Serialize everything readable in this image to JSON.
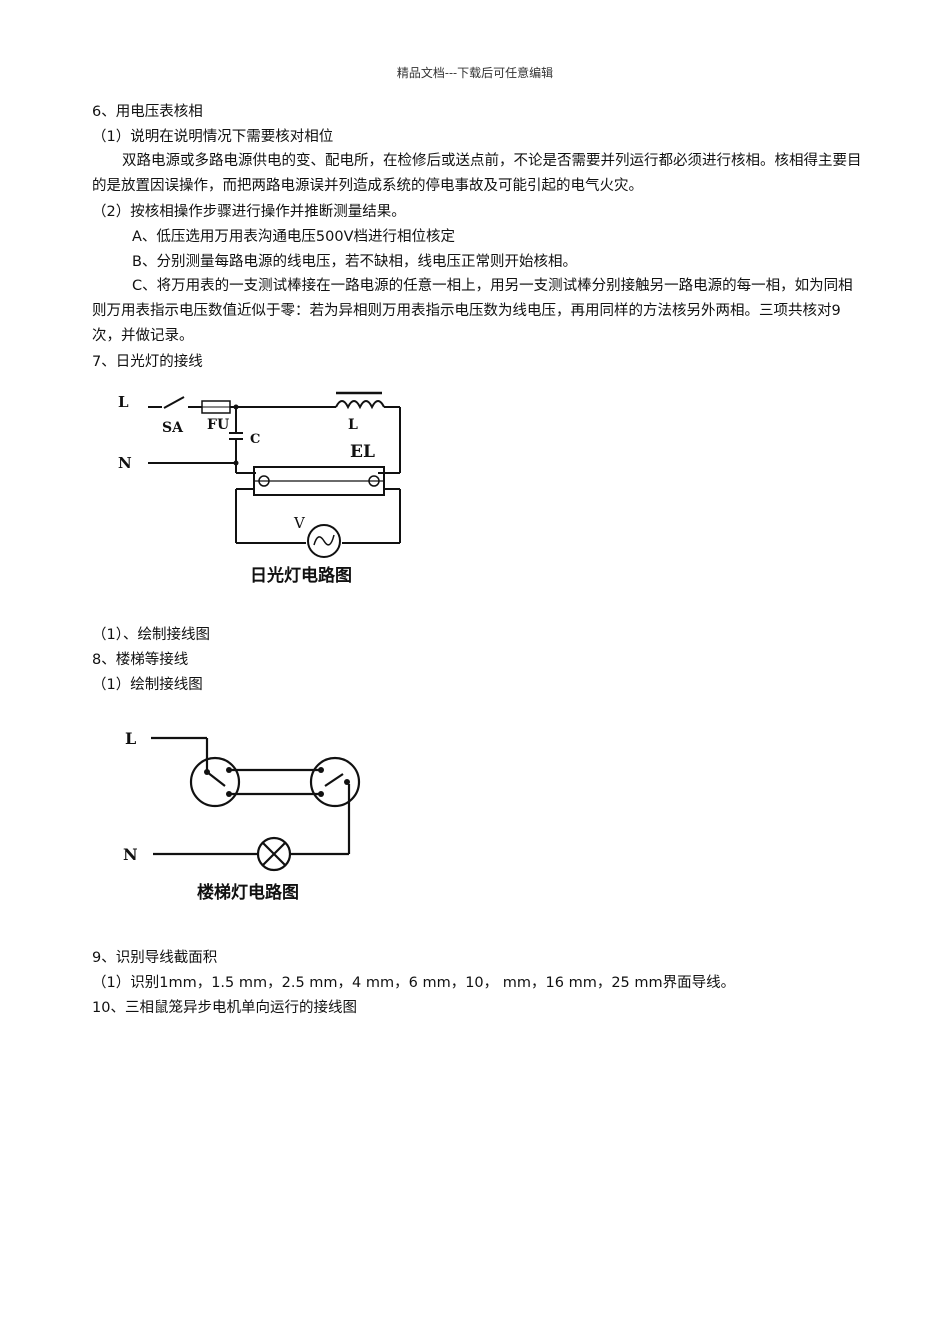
{
  "header": "精品文档---下载后可任意编辑",
  "sec6": {
    "title": "6、用电压表核相",
    "sub1": "（1）说明在说明情况下需要核对相位",
    "para1": "双路电源或多路电源供电的变、配电所，在检修后或送点前，不论是否需要并列运行都必须进行核相。核相得主要目的是放置因误操作，而把两路电源误并列造成系统的停电事故及可能引起的电气火灾。",
    "sub2": "（2）按核相操作步骤进行操作并推断测量结果。",
    "stepA": "A、低压选用万用表沟通电压500V档进行相位核定",
    "stepB": "B、分别测量每路电源的线电压，若不缺相，线电压正常则开始核相。",
    "stepC": "C、将万用表的一支测试棒接在一路电源的任意一相上，用另一支测试棒分别接触另一路电源的每一相，如为同相则万用表指示电压数值近似于零：若为异相则万用表指示电压数为线电压，再用同样的方法核另外两相。三项共核对9次，并做记录。"
  },
  "sec7": {
    "title": "7、日光灯的接线",
    "figure": {
      "caption": "日光灯电路图",
      "label_L": "L",
      "label_N": "N",
      "label_SA": "SA",
      "label_FU": "FU",
      "label_C": "C",
      "label_ballast": "L",
      "label_EL": "EL",
      "label_V": "V"
    },
    "sub1": "（1）、绘制接线图"
  },
  "sec8": {
    "title": "8、楼梯等接线",
    "sub1": "（1）绘制接线图",
    "figure": {
      "caption": "楼梯灯电路图",
      "label_L": "L",
      "label_N": "N"
    }
  },
  "sec9": {
    "title": "9、识别导线截面积",
    "sub1": "（1）识别1mm，1.5 mm，2.5 mm，4 mm，6 mm，10， mm，16 mm，25 mm界面导线。"
  },
  "sec10": {
    "title": "10、三相鼠笼异步电机单向运行的接线图"
  }
}
